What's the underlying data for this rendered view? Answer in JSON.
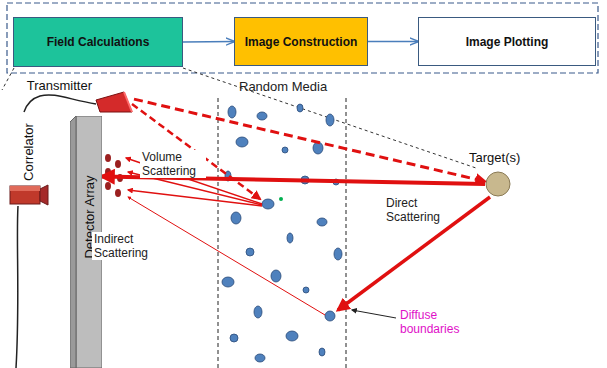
{
  "diagram": {
    "nodes": [
      {
        "text": [
          "Field Calculations"
        ]
      },
      {
        "text": [
          "Image Construction"
        ]
      },
      {
        "text": [
          "Image Plotting"
        ]
      },
      {
        "text": [
          "Transmitter"
        ]
      },
      {
        "text": [
          "Correlator"
        ]
      },
      {
        "text": [
          "Detector Array"
        ]
      },
      {
        "text": [
          "Target(s)"
        ]
      }
    ],
    "edges": [
      {
        "from": 0,
        "to": 1,
        "arrow": "to"
      },
      {
        "from": 1,
        "to": 2,
        "arrow": "to"
      },
      {
        "from": 3,
        "to": 6,
        "arrow": "to"
      },
      {
        "from": 6,
        "to": 5,
        "label": "Direct Scattering",
        "arrow": "to"
      }
    ],
    "labels": [
      "Random Media",
      "Volume Scattering",
      "Indirect Scattering",
      "Diffuse boundaries"
    ]
  }
}
